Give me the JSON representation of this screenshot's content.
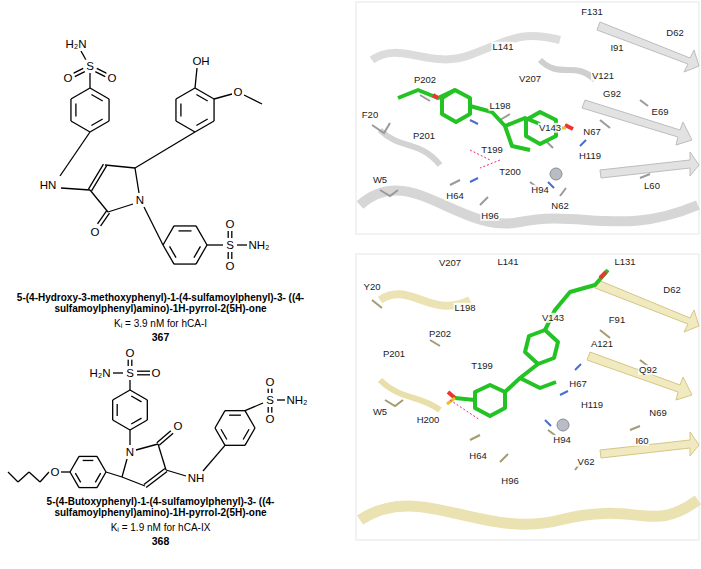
{
  "diagram": {
    "labels": [
      "H₂N",
      "S",
      "O",
      "O",
      "HN",
      "OH",
      "O",
      "O",
      "N",
      "S",
      "O",
      "O",
      "NH₂",
      "5-(4-Hydroxy-3-methoxyphenyl)-1-(4-sulfamoylphenyl)-3- ((4-sulfamoylphenyl)amino)-1H-pyrrol-2(5H)-one",
      "Kᵢ = 3.9 nM for hCA-I",
      "367",
      "H₂N",
      "S",
      "O",
      "O",
      "N",
      "O",
      "NH",
      "S",
      "O",
      "O",
      "NH₂",
      "O",
      "5-(4-Butoxyphenyl)-1-(4-sulfamoylphenyl)-3- ((4-sulfamoylphenyl)amino)-1H-pyrrol-2(5H)-one",
      "Kᵢ = 1.9 nM for hCA-IX",
      "368",
      "F131",
      "D62",
      "L141",
      "I91",
      "P202",
      "V207",
      "V121",
      "G92",
      "E69",
      "L198",
      "F20",
      "P201",
      "V143",
      "N67",
      "T199",
      "T200",
      "H119",
      "W5",
      "L60",
      "H94",
      "H64",
      "N62",
      "H96",
      "V207",
      "L141",
      "L131",
      "Y20",
      "D62",
      "L198",
      "V143",
      "F91",
      "P202",
      "A121",
      "P201",
      "T199",
      "Q92",
      "H67",
      "W5",
      "H119",
      "N69",
      "H200",
      "H94",
      "I60",
      "V62",
      "H64",
      "H96"
    ]
  }
}
